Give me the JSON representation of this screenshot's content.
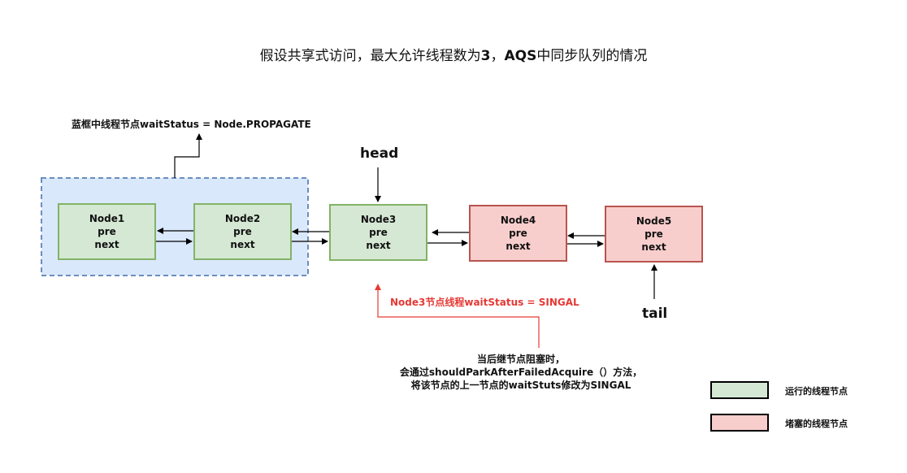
{
  "title_prefix": "假设共享式访问，最大允许线程数为",
  "title_num": "3",
  "title_mid": "，",
  "title_aqs": "AQS",
  "title_suffix": "中同步队列的情况",
  "group_note": "蓝框中线程节点waitStatus = Node.PROPAGATE",
  "head_label": "head",
  "tail_label": "tail",
  "nodes": [
    {
      "name": "Node1",
      "pre": "pre",
      "next": "next"
    },
    {
      "name": "Node2",
      "pre": "pre",
      "next": "next"
    },
    {
      "name": "Node3",
      "pre": "pre",
      "next": "next"
    },
    {
      "name": "Node4",
      "pre": "pre",
      "next": "next"
    },
    {
      "name": "Node5",
      "pre": "pre",
      "next": "next"
    }
  ],
  "red_note": "Node3节点线程waitStatus = SINGAL",
  "explain": {
    "line1": "当后继节点阻塞时，",
    "line2": "会通过shouldParkAfterFailedAcquire（）方法，",
    "line3": "将该节点的上一节点的waitStuts修改为SINGAL"
  },
  "legend": {
    "running": "运行的线程节点",
    "blocked": "堵塞的线程节点"
  },
  "colors": {
    "green_fill": "#d5e8d4",
    "green_stroke": "#82b366",
    "pink_fill": "#f8cecc",
    "pink_stroke": "#b85450",
    "blue_fill": "#dae8fc",
    "blue_stroke": "#6c8ebf",
    "red": "#e53935"
  }
}
